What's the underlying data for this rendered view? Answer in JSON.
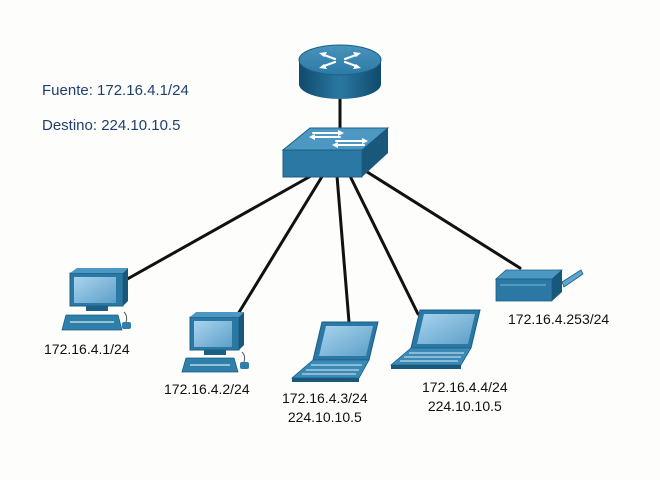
{
  "info": {
    "source": "Fuente: 172.16.4.1/24",
    "destination": "Destino: 224.10.10.5"
  },
  "hosts": [
    {
      "ip": "172.16.4.1/24",
      "group": ""
    },
    {
      "ip": "172.16.4.2/24",
      "group": ""
    },
    {
      "ip": "172.16.4.3/24",
      "group": "224.10.10.5"
    },
    {
      "ip": "172.16.4.4/24",
      "group": "224.10.10.5"
    },
    {
      "ip": "172.16.4.253/24",
      "group": ""
    }
  ],
  "colors": {
    "device_blue": "#2f7fab",
    "device_dark": "#1c5f85",
    "device_light": "#5fa5cc",
    "link": "#111111",
    "text_blue": "#1f3f6e"
  },
  "icons": [
    "router-icon",
    "switch-icon",
    "desktop-pc-icon",
    "laptop-icon",
    "printer-icon"
  ]
}
